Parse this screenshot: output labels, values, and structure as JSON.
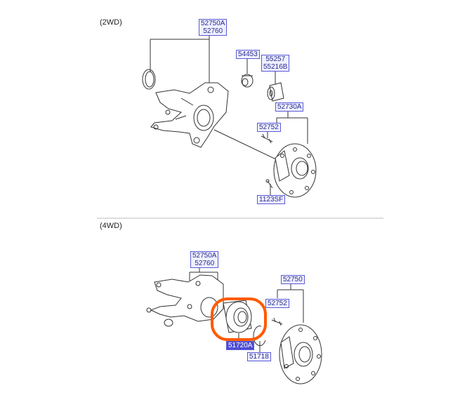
{
  "sections": [
    {
      "label": "(2WD)",
      "parts": [
        {
          "id": "knuckle",
          "lines": [
            "52750A",
            "52760"
          ]
        },
        {
          "id": "bushing-small",
          "lines": [
            "54453"
          ]
        },
        {
          "id": "bushing-large",
          "lines": [
            "55257",
            "55216B"
          ]
        },
        {
          "id": "hub",
          "lines": [
            "52730A"
          ]
        },
        {
          "id": "bolt",
          "lines": [
            "52752"
          ]
        },
        {
          "id": "screw",
          "lines": [
            "1123SF"
          ]
        }
      ]
    },
    {
      "label": "(4WD)",
      "parts": [
        {
          "id": "knuckle",
          "lines": [
            "52750A",
            "52760"
          ]
        },
        {
          "id": "hub",
          "lines": [
            "52750"
          ]
        },
        {
          "id": "bolt",
          "lines": [
            "52752"
          ]
        },
        {
          "id": "bearing",
          "lines": [
            "51720A"
          ],
          "highlighted": true
        },
        {
          "id": "snap-ring",
          "lines": [
            "51718"
          ]
        }
      ]
    }
  ],
  "highlight_color": "#ff5a00",
  "label_color": "#2b2b8f"
}
